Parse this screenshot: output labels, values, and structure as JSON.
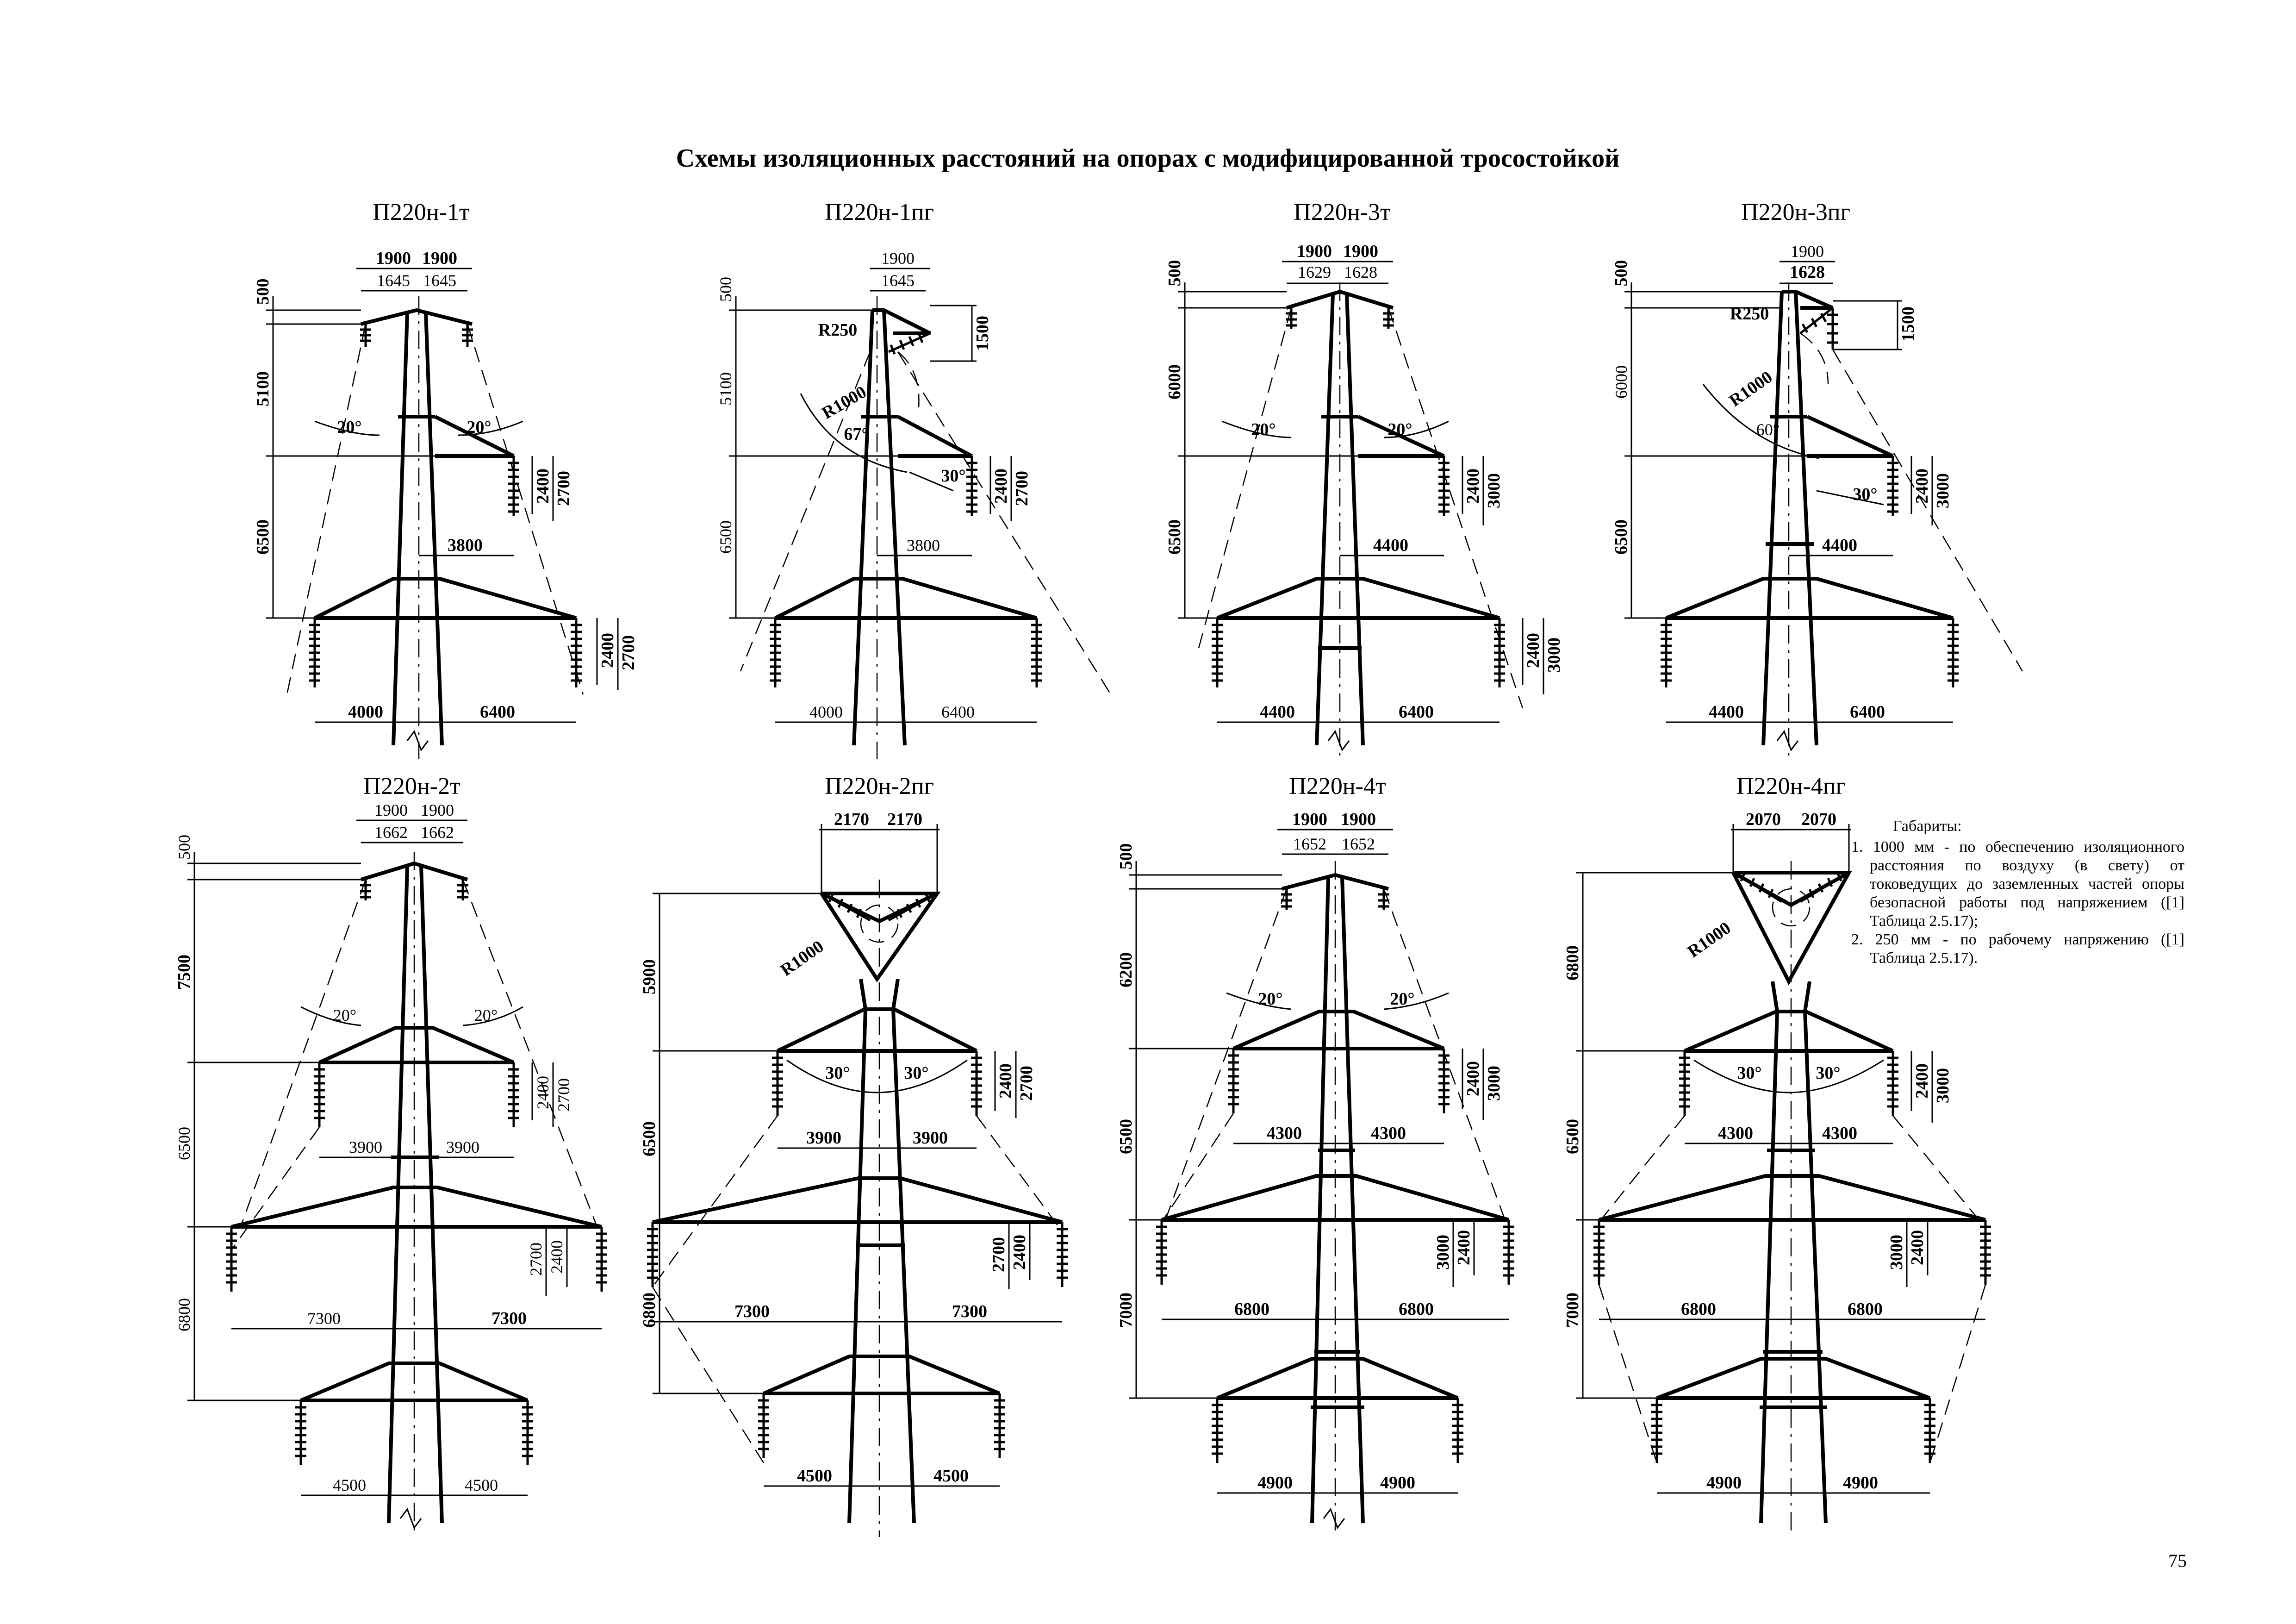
{
  "title": "Схемы изоляционных расстояний на опорах с модифицированной тросостойкой",
  "page_number": "75",
  "notes": {
    "heading": "Габариты:",
    "items": [
      "1. 1000 мм - по обеспечению изоляционного расстояния по воздуху (в свету) от токоведущих до заземленных частей опоры безопасной работы под напряжением ([1] Таблица 2.5.17);",
      "2. 250 мм - по рабочему напряжению ([1] Таблица 2.5.17)."
    ]
  },
  "towers": [
    {
      "name": "П220н-1т",
      "top": [
        "1900",
        "1900"
      ],
      "sub": [
        "1645",
        "1645"
      ],
      "left_dims": [
        "500",
        "5100",
        "6500"
      ],
      "angles": [
        "20°",
        "20°"
      ],
      "r_small": "",
      "r_big": "",
      "upper_arm": "3800",
      "upper_ins": [
        "2400",
        "2700"
      ],
      "bottom_arm": [
        "4000",
        "6400"
      ],
      "bottom_ins": [
        "2400",
        "2700"
      ]
    },
    {
      "name": "П220н-1пг",
      "top": [
        "1900"
      ],
      "sub": [
        "1645"
      ],
      "left_dims": [
        "500",
        "5100",
        "6500"
      ],
      "angles": [
        "67°",
        "30°"
      ],
      "r_small": "R250",
      "r_big": "R1000",
      "side_dim": "1500",
      "upper_arm": "3800",
      "upper_ins": [
        "2400",
        "2700"
      ],
      "bottom_arm": [
        "4000",
        "6400"
      ],
      "bottom_ins": []
    },
    {
      "name": "П220н-3т",
      "top": [
        "1900",
        "1900"
      ],
      "sub": [
        "1629",
        "1628"
      ],
      "left_dims": [
        "500",
        "6000",
        "6500"
      ],
      "angles": [
        "20°",
        "20°"
      ],
      "r_small": "",
      "r_big": "",
      "upper_arm": "4400",
      "upper_ins": [
        "2400",
        "3000"
      ],
      "bottom_arm": [
        "4400",
        "6400"
      ],
      "bottom_ins": [
        "2400",
        "3000"
      ]
    },
    {
      "name": "П220н-3пг",
      "top": [
        "1900"
      ],
      "sub": [
        "1628"
      ],
      "left_dims": [
        "500",
        "6000",
        "6500"
      ],
      "angles": [
        "60°",
        "30°"
      ],
      "r_small": "R250",
      "r_big": "R1000",
      "side_dim": "1500",
      "upper_arm": "4400",
      "upper_ins": [
        "2400",
        "3000"
      ],
      "bottom_arm": [
        "4400",
        "6400"
      ],
      "bottom_ins": []
    },
    {
      "name": "П220н-2т",
      "top": [
        "1900",
        "1900"
      ],
      "sub": [
        "1662",
        "1662"
      ],
      "left_dims": [
        "500",
        "7500",
        "6500",
        "6800"
      ],
      "angles": [
        "20°",
        "20°"
      ],
      "upper_arm": [
        "3900",
        "3900"
      ],
      "upper_ins": [
        "2400",
        "2700"
      ],
      "mid_arm": [
        "7300",
        "7300"
      ],
      "mid_ins": [
        "2700",
        "2400"
      ],
      "bottom_arm": [
        "4500",
        "4500"
      ]
    },
    {
      "name": "П220н-2пг",
      "top": [
        "2170",
        "2170"
      ],
      "left_dims": [
        "5900",
        "6500",
        "6800"
      ],
      "angles": [
        "30°",
        "30°"
      ],
      "r_big": "R1000",
      "upper_arm": [
        "3900",
        "3900"
      ],
      "upper_ins": [
        "2400",
        "2700"
      ],
      "mid_arm": [
        "7300",
        "7300"
      ],
      "mid_ins": [
        "2700",
        "2400"
      ],
      "bottom_arm": [
        "4500",
        "4500"
      ]
    },
    {
      "name": "П220н-4т",
      "top": [
        "1900",
        "1900"
      ],
      "sub": [
        "1652",
        "1652"
      ],
      "left_dims": [
        "500",
        "6200",
        "6500",
        "7000"
      ],
      "angles": [
        "20°",
        "20°"
      ],
      "upper_arm": [
        "4300",
        "4300"
      ],
      "upper_ins": [
        "2400",
        "3000"
      ],
      "mid_arm": [
        "6800",
        "6800"
      ],
      "mid_ins": [
        "3000",
        "2400"
      ],
      "bottom_arm": [
        "4900",
        "4900"
      ]
    },
    {
      "name": "П220н-4пг",
      "top": [
        "2070",
        "2070"
      ],
      "left_dims": [
        "6800",
        "6500",
        "7000"
      ],
      "angles": [
        "30°",
        "30°"
      ],
      "r_big": "R1000",
      "upper_arm": [
        "4300",
        "4300"
      ],
      "upper_ins": [
        "2400",
        "3000"
      ],
      "mid_arm": [
        "6800",
        "6800"
      ],
      "mid_ins": [
        "3000",
        "2400"
      ],
      "bottom_arm": [
        "4900",
        "4900"
      ]
    }
  ]
}
